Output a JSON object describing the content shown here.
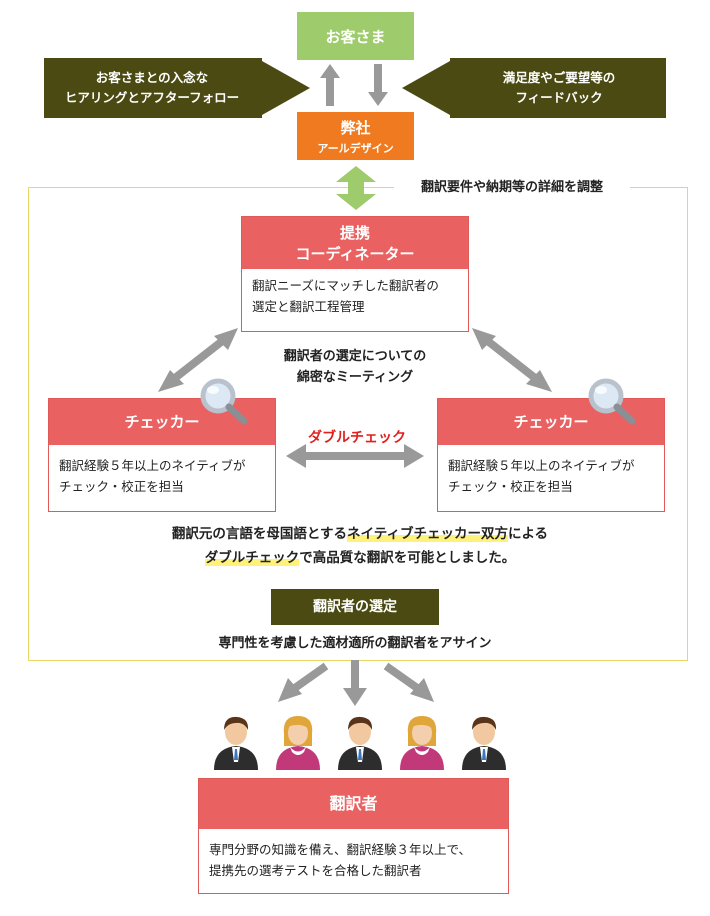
{
  "customer": {
    "label": "お客さま"
  },
  "left_note": {
    "line1": "お客さまとの入念な",
    "line2": "ヒアリングとアフターフォロー"
  },
  "right_note": {
    "line1": "満足度やご要望等の",
    "line2": "フィードバック"
  },
  "company": {
    "name": "弊社",
    "sub": "アールデザイン"
  },
  "adjust_caption": "翻訳要件や納期等の詳細を調整",
  "coordinator": {
    "title1": "提携",
    "title2": "コーディネーター",
    "desc1": "翻訳ニーズにマッチした翻訳者の",
    "desc2": "選定と翻訳工程管理"
  },
  "meeting_caption": {
    "line1": "翻訳者の選定についての",
    "line2": "綿密なミーティング"
  },
  "checker_left": {
    "title": "チェッカー",
    "desc1": "翻訳経験５年以上のネイティブが",
    "desc2": "チェック・校正を担当"
  },
  "checker_right": {
    "title": "チェッカー",
    "desc1": "翻訳経験５年以上のネイティブが",
    "desc2": "チェック・校正を担当"
  },
  "double_check_label": "ダブルチェック",
  "summary": {
    "part1": "翻訳元の言語を母国語とする",
    "part2": "ネイティブチェッカー双方",
    "part3": "による",
    "part4": "ダブルチェック",
    "part5": "で高品質な翻訳を可能としました。"
  },
  "selection": {
    "label": "翻訳者の選定",
    "caption": "専門性を考慮した適材適所の翻訳者をアサイン"
  },
  "translator": {
    "title": "翻訳者",
    "desc1": "専門分野の知識を備え、翻訳経験３年以上で、",
    "desc2": "提携先の選考テストを合格した翻訳者"
  },
  "colors": {
    "green": "#9ecb6b",
    "olive": "#4a4a12",
    "orange": "#f07a1f",
    "red": "#e96161",
    "arrow": "#999999",
    "accent_text": "#e0201c"
  },
  "icons": [
    "magnifier-icon",
    "person-male-icon",
    "person-female-icon"
  ]
}
